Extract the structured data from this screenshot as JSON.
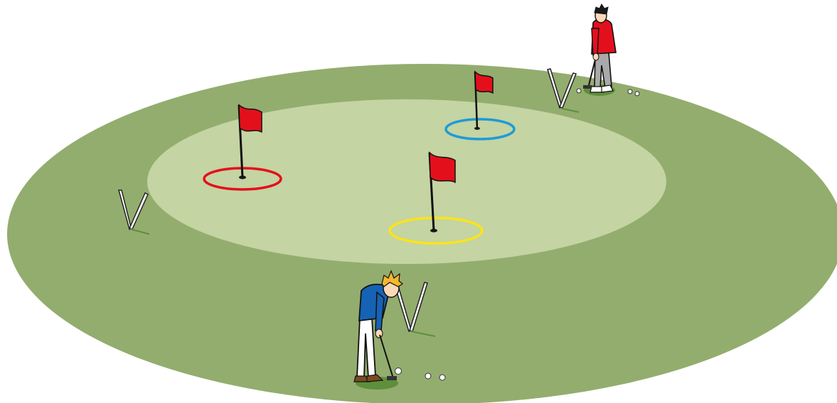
{
  "colors": {
    "background": "#ffffff",
    "outer_green": "#93ad6e",
    "inner_green": "#c4d4a2",
    "flag_red": "#e3101c",
    "ring_red": "#e3101c",
    "ring_blue": "#1e9bd7",
    "ring_yellow": "#fbe31c",
    "blue_shirt": "#1662b5",
    "red_shirt": "#e3101c",
    "trousers_grey": "#a9a9a9",
    "trousers_white": "#ffffff",
    "hair_blond": "#f3b82f",
    "hair_black": "#1a1a1a",
    "skin": "#fbd9b8",
    "stand_green": "#5e8f3c"
  },
  "scene": {
    "flags": [
      {
        "name": "red-ring-flag",
        "ring_color": "ring_red"
      },
      {
        "name": "blue-ring-flag",
        "ring_color": "ring_blue"
      },
      {
        "name": "yellow-ring-flag",
        "ring_color": "ring_yellow"
      }
    ],
    "golfers": [
      {
        "name": "golfer-blue-shirt",
        "shirt": "blue_shirt",
        "hair": "hair_blond"
      },
      {
        "name": "golfer-red-shirt",
        "shirt": "red_shirt",
        "hair": "hair_black"
      }
    ],
    "v_markers_count": 3,
    "balls_count": 6
  }
}
